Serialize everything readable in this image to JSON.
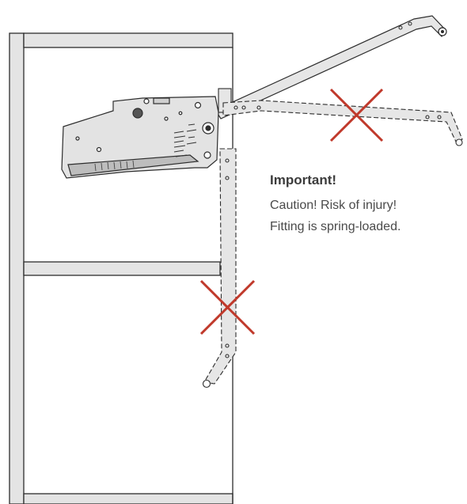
{
  "notice": {
    "title": "Important!",
    "lines": [
      "Caution! Risk of injury!",
      "Fitting is spring-loaded."
    ]
  },
  "colors": {
    "cabinet_fill": "#e4e4e4",
    "line": "#2d2d2d",
    "arm_fill": "#e6e6e6",
    "cross": "#c0392b",
    "text": "#4a4a4a"
  },
  "icons": [
    "prohibited-cross-icon"
  ]
}
